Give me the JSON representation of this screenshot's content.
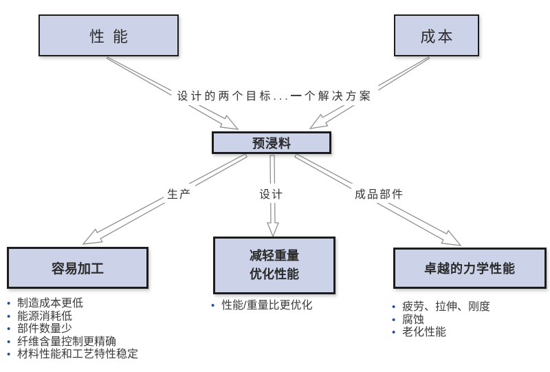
{
  "diagram": {
    "colors": {
      "box_fill": "#ccd3e9",
      "box_border": "#1c1c1c",
      "arrow_stroke": "#8f8f8f",
      "bullet_dot": "#1d4fa0"
    },
    "boxes": {
      "performance": {
        "label": "性能"
      },
      "cost": {
        "label": "成本"
      },
      "prepreg": {
        "label": "预浸料"
      },
      "easy_processing": {
        "label": "容易加工"
      },
      "weight_performance": {
        "label_line1": "减轻重量",
        "label_line2": "优化性能"
      },
      "mechanical": {
        "label": "卓越的力学性能"
      }
    },
    "goal_text": {
      "left": "设计的两个目标...",
      "emphasis": "一",
      "right": "个解决方案"
    },
    "branch_labels": {
      "production": "生产",
      "design": "设计",
      "finished_parts": "成品部件"
    },
    "bullets": {
      "easy_processing": [
        "制造成本更低",
        "能源消耗低",
        "部件数量少",
        "纤维含量控制更精确",
        "材料性能和工艺特性稳定"
      ],
      "weight_performance": [
        "性能/重量比更优化"
      ],
      "mechanical": [
        "疲劳、拉伸、刚度",
        "腐蚀",
        "老化性能"
      ]
    }
  }
}
